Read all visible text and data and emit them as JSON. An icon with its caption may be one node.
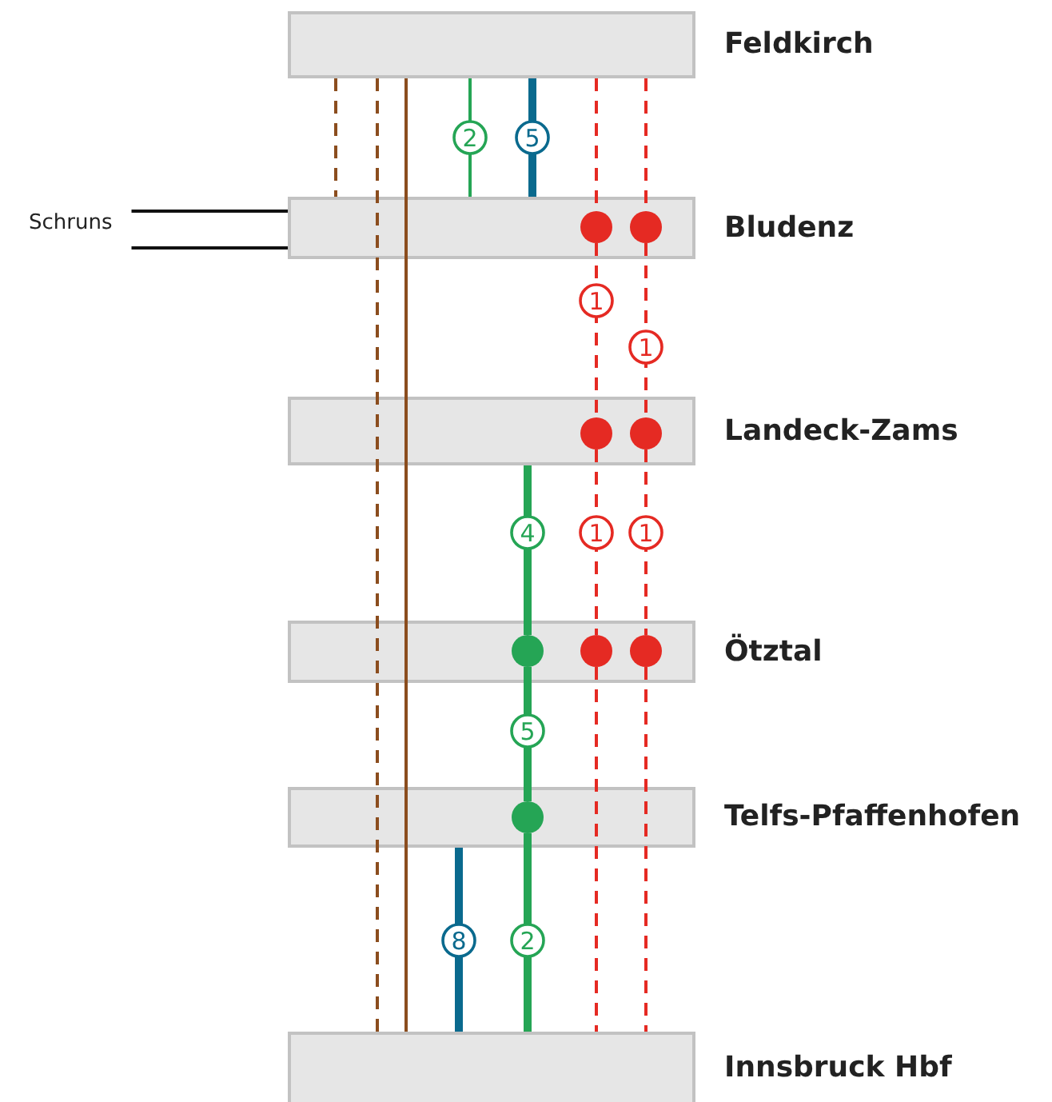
{
  "diagram": {
    "nodes": [
      {
        "text": [
          "Feldkirch"
        ]
      },
      {
        "text": [
          "Schruns"
        ]
      },
      {
        "text": [
          "Bludenz"
        ]
      },
      {
        "text": [],
        "shape": "circle",
        "in": 2
      },
      {
        "text": [],
        "shape": "circle",
        "in": 2
      },
      {
        "text": [
          "Landeck-Zams"
        ]
      },
      {
        "text": [],
        "shape": "circle",
        "in": 5
      },
      {
        "text": [],
        "shape": "circle",
        "in": 5
      },
      {
        "text": [
          "Ötztal"
        ]
      },
      {
        "text": [],
        "shape": "circle",
        "in": 8
      },
      {
        "text": [],
        "shape": "circle",
        "in": 8
      },
      {
        "text": [],
        "shape": "circle",
        "in": 8
      },
      {
        "text": [
          "Telfs-Pfaffenhofen"
        ]
      },
      {
        "text": [],
        "shape": "circle",
        "in": 12
      },
      {
        "text": [
          "Innsbruck Hbf"
        ]
      }
    ],
    "edges": [
      {
        "from": 1,
        "to": 2,
        "arrow": "none",
        "color": "#111111"
      },
      {
        "from": 1,
        "to": 2,
        "arrow": "none",
        "color": "#111111"
      },
      {
        "from": 0,
        "to": 2,
        "arrow": "none",
        "style": "dashed",
        "color": "#8b4d1e"
      },
      {
        "from": 0,
        "to": 14,
        "arrow": "none",
        "style": "dashed",
        "color": "#8b4d1e"
      },
      {
        "from": 0,
        "to": 14,
        "arrow": "none",
        "color": "#8b4d1e"
      },
      {
        "from": 0,
        "to": 2,
        "label": "2",
        "arrow": "none",
        "color": "#25a555"
      },
      {
        "from": 0,
        "to": 2,
        "label": "5",
        "arrow": "none",
        "style": "thick",
        "color": "#0a6a8e"
      },
      {
        "from": 0,
        "to": 3,
        "arrow": "none",
        "style": "dashed"
      },
      {
        "from": 0,
        "to": 4,
        "arrow": "none",
        "style": "dashed"
      },
      {
        "from": 3,
        "to": 6,
        "label": "1",
        "arrow": "none",
        "style": "dashed"
      },
      {
        "from": 4,
        "to": 7,
        "label": "1",
        "arrow": "none",
        "style": "dashed"
      },
      {
        "from": 6,
        "to": 10,
        "label": "1",
        "arrow": "none",
        "style": "dashed"
      },
      {
        "from": 7,
        "to": 11,
        "label": "1",
        "arrow": "none",
        "style": "dashed"
      },
      {
        "from": 10,
        "to": 14,
        "arrow": "none",
        "style": "dashed"
      },
      {
        "from": 11,
        "to": 14,
        "arrow": "none",
        "style": "dashed"
      },
      {
        "from": 5,
        "to": 9,
        "label": "4",
        "arrow": "none",
        "style": "thick",
        "color": "#25a555"
      },
      {
        "from": 9,
        "to": 13,
        "label": "5",
        "arrow": "none",
        "style": "thick",
        "color": "#25a555"
      },
      {
        "from": 13,
        "to": 14,
        "label": "2",
        "arrow": "none",
        "style": "thick",
        "color": "#25a555"
      },
      {
        "from": 12,
        "to": 14,
        "label": "8",
        "arrow": "none",
        "style": "thick",
        "color": "#0a6a8e"
      }
    ]
  }
}
